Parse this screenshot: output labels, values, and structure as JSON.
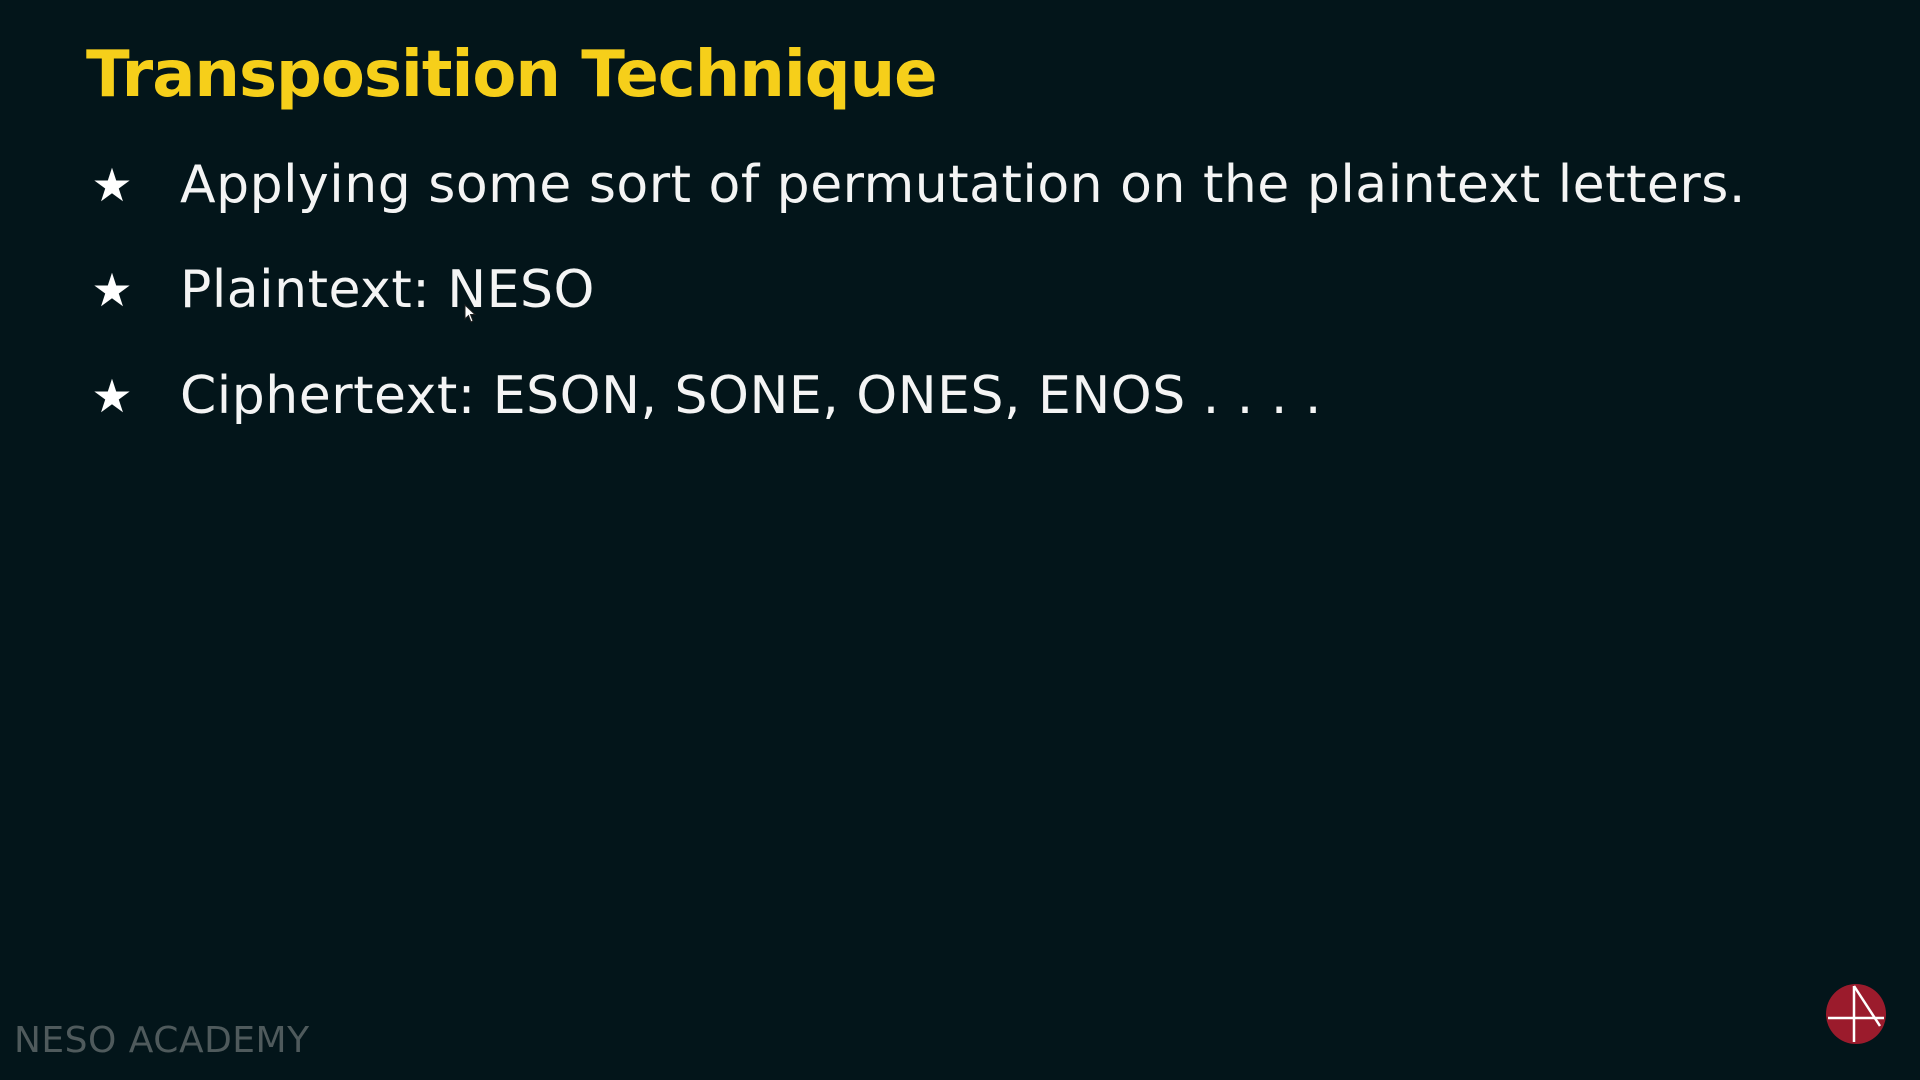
{
  "slide": {
    "title": "Transposition Technique",
    "bullets": [
      {
        "text": "Applying some sort of permutation on the plaintext letters."
      },
      {
        "text": "Plaintext: NESO"
      },
      {
        "text": "Ciphertext: ESON, SONE, ONES, ENOS . . . ."
      }
    ],
    "bullet_icon": "star-icon",
    "watermark": "NESO ACADEMY",
    "logo_icon": "neso-academy-logo-icon"
  },
  "colors": {
    "background": "#03151a",
    "title": "#f6cf1a",
    "text": "#f4f4f4",
    "watermark": "#4f5a5c",
    "logo": "#9b1b2c"
  }
}
